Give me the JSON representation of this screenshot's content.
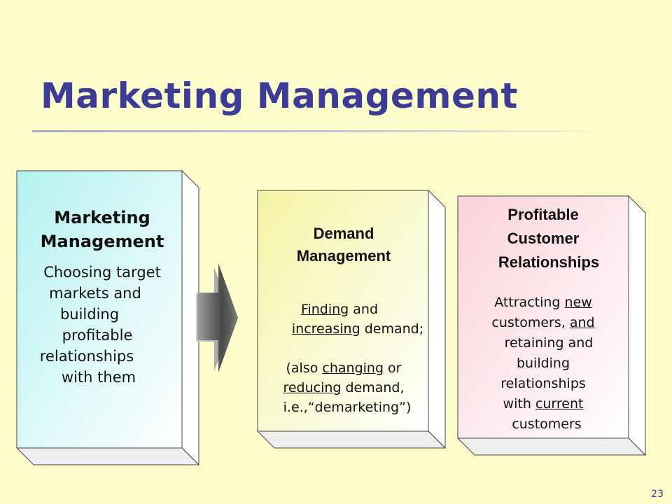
{
  "slide": {
    "title": "Marketing Management",
    "number": "23"
  },
  "boxes": {
    "marketing": {
      "heading": [
        "Marketing",
        "Management"
      ],
      "body": [
        "Choosing target",
        "markets and",
        "building",
        "profitable",
        "relationships",
        "with them"
      ]
    },
    "demand": {
      "heading": [
        "Demand",
        "Management"
      ],
      "finding": "Finding",
      "and": " and",
      "increasing": "increasing",
      "demand": " demand;",
      "also_open": "(also ",
      "changing": "changing",
      "or": " or",
      "reducing": "reducing",
      "demand2": " demand,",
      "demarketing": "i.e.,“demarketing”)"
    },
    "profitable": {
      "heading": [
        "Profitable",
        "Customer",
        "Relationships"
      ],
      "attracting": "Attracting ",
      "new": "new",
      "customers": "customers, ",
      "and": "and",
      "retaining": "retaining and",
      "building": "building",
      "relationships": "relationships",
      "with": "with ",
      "current": "current",
      "customers2": "customers"
    }
  },
  "colors": {
    "background": "#fefecc",
    "title": "#3c3c96",
    "box1_face": "#c8f7f5",
    "box2_face": "#f6f6b8",
    "box3_face": "#fbd9e0",
    "arrow": "#555555"
  }
}
